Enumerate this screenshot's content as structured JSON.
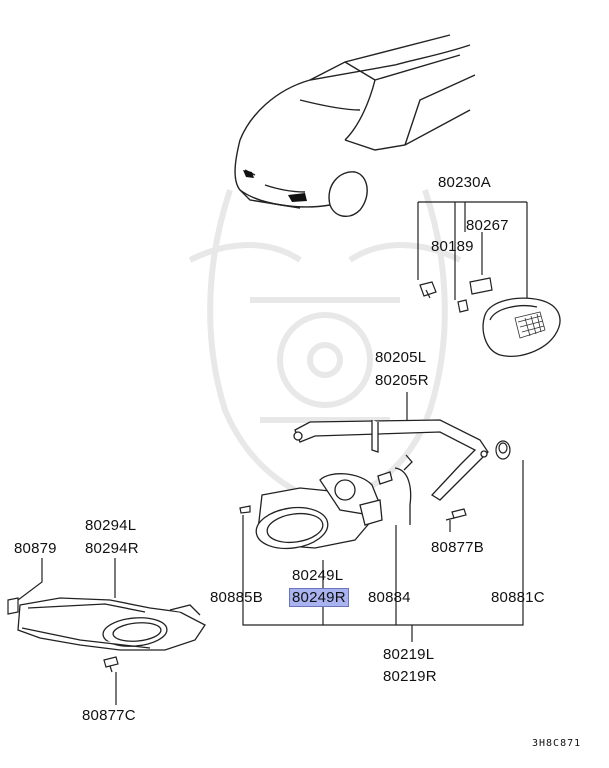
{
  "labels": {
    "p80230A": "80230A",
    "p80267": "80267",
    "p80189": "80189",
    "p80205L": "80205L",
    "p80205R": "80205R",
    "p80294L": "80294L",
    "p80294R": "80294R",
    "p80879": "80879",
    "p80877B": "80877B",
    "p80249L": "80249L",
    "p80249R": "80249R",
    "p80885B": "80885B",
    "p80884": "80884",
    "p80881C": "80881C",
    "p80219L": "80219L",
    "p80219R": "80219R",
    "p80877C": "80877C"
  },
  "diagram_code": "3H8C871",
  "highlight_color": "#a9b3f0"
}
